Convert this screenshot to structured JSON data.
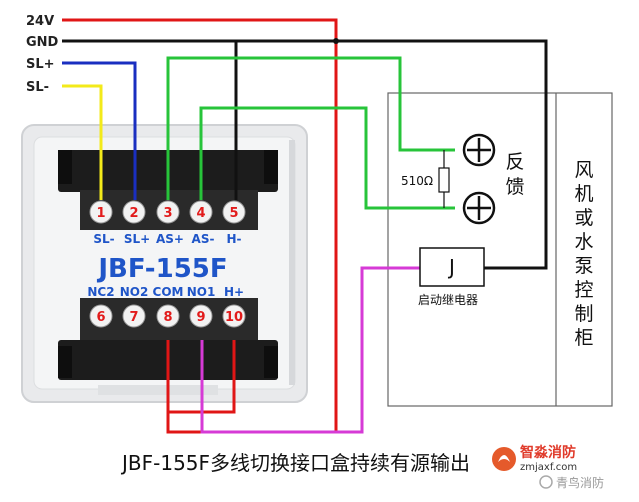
{
  "wires": {
    "labels": [
      "24V",
      "GND",
      "SL+",
      "SL-"
    ],
    "colors": {
      "v24": "#e01616",
      "gnd": "#111111",
      "slplus": "#1a2fc0",
      "slminus": "#f3ea1a",
      "feedback": "#27c43a",
      "start": "#d63ad6"
    }
  },
  "module": {
    "model": "JBF-155F",
    "top_terminals": [
      {
        "num": "1",
        "name": "SL-"
      },
      {
        "num": "2",
        "name": "SL+"
      },
      {
        "num": "3",
        "name": "AS+"
      },
      {
        "num": "4",
        "name": "AS-"
      },
      {
        "num": "5",
        "name": "H-"
      }
    ],
    "bottom_terminals": [
      {
        "num": "6",
        "name": "NC2"
      },
      {
        "num": "7",
        "name": "NO2"
      },
      {
        "num": "8",
        "name": "COM"
      },
      {
        "num": "9",
        "name": "NO1"
      },
      {
        "num": "10",
        "name": "H+"
      }
    ]
  },
  "control_box": {
    "title_chars": [
      "风",
      "机",
      "或",
      "水",
      "泵",
      "控",
      "制",
      "柜"
    ],
    "feedback_label": [
      "反",
      "馈"
    ],
    "resistor_label": "510Ω",
    "relay_symbol": "J",
    "relay_label": "启动继电器"
  },
  "caption": "JBF-155F多线切换接口盒持续有源输出",
  "watermark": {
    "brand_cn": "智淼消防",
    "brand_url": "zmjaxf.com",
    "brand_footer": "青鸟消防"
  }
}
